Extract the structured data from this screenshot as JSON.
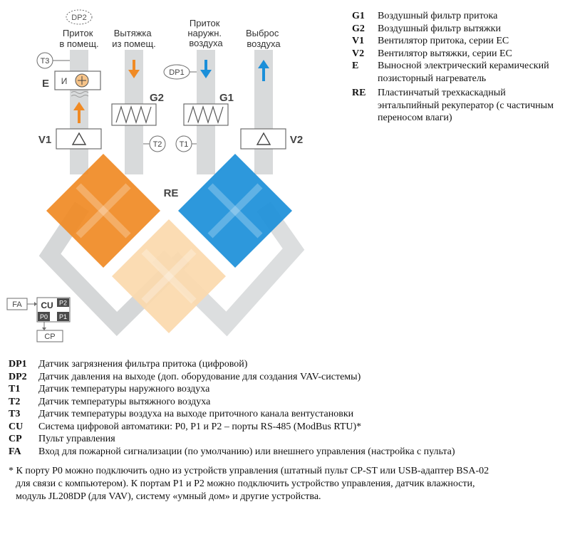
{
  "diagram": {
    "columns": [
      {
        "label": "Приток в помещ.",
        "lines": [
          "Приток",
          "в помещ."
        ]
      },
      {
        "label": "Вытяжка из помещ.",
        "lines": [
          "Вытяжка",
          "из помещ."
        ]
      },
      {
        "label": "Приток наружн. воздуха",
        "lines": [
          "Приток",
          "наружн.",
          "воздуха"
        ]
      },
      {
        "label": "Выброс воздуха",
        "lines": [
          "Выброс",
          "воздуха"
        ]
      }
    ],
    "sensors": {
      "dp2": "DP2",
      "dp1": "DP1",
      "t1": "T1",
      "t2": "T2",
      "t3": "T3"
    },
    "components": {
      "e": "E",
      "heater_label": "И",
      "v1": "V1",
      "v2": "V2",
      "g1": "G1",
      "g2": "G2",
      "re": "RE"
    },
    "control": {
      "fa": "FA",
      "cu": "CU",
      "p0": "P0",
      "p1": "P1",
      "p2": "P2",
      "cp": "CP"
    },
    "colors": {
      "supply_orange": "#f08a24",
      "exhaust_blue": "#1b8fd9",
      "mixed_peach": "#fbd9ac",
      "duct_gray": "#d8dadb",
      "line_gray": "#6d6d6d"
    }
  },
  "legend_top": [
    {
      "code": "G1",
      "text": "Воздушный фильтр притока"
    },
    {
      "code": "G2",
      "text": "Воздушный фильтр вытяжки"
    },
    {
      "code": "V1",
      "text": "Вентилятор притока, серии EC"
    },
    {
      "code": "V2",
      "text": "Вентилятор вытяжки, серии EC"
    },
    {
      "code": "E",
      "text": "Выносной электрический керамический позисторный нагреватель"
    },
    {
      "code": "RE",
      "text": "Пластинчатый трехкаскадный энтальпийный рекуператор (с частичным переносом влаги)"
    }
  ],
  "legend_bottom": [
    {
      "code": "DP1",
      "text": "Датчик загрязнения фильтра притока (цифровой)"
    },
    {
      "code": "DP2",
      "text": "Датчик давления на выходе (доп. оборудование для создания VAV-системы)"
    },
    {
      "code": "T1",
      "text": "Датчик температуры наружного воздуха"
    },
    {
      "code": "T2",
      "text": "Датчик температуры вытяжного воздуха"
    },
    {
      "code": "T3",
      "text": "Датчик температуры воздуха на выходе приточного канала вентустановки"
    },
    {
      "code": "CU",
      "text": "Система цифровой автоматики: P0, P1 и P2 – порты RS-485 (ModBus RTU)*"
    },
    {
      "code": "CP",
      "text": "Пульт управления"
    },
    {
      "code": "FA",
      "text": "Вход для пожарной сигнализации (по умолчанию) или внешнего управления (настройка с пульта)"
    }
  ],
  "footnote": [
    "* К порту P0 можно подключить одно из устройств управления (штатный пульт CP-ST или USB-адаптер BSA-02",
    "для связи с компьютером). К портам P1 и P2 можно подключить устройство управления, датчик влажности,",
    "модуль JL208DP (для VAV), систему «умный дом» и другие устройства."
  ]
}
